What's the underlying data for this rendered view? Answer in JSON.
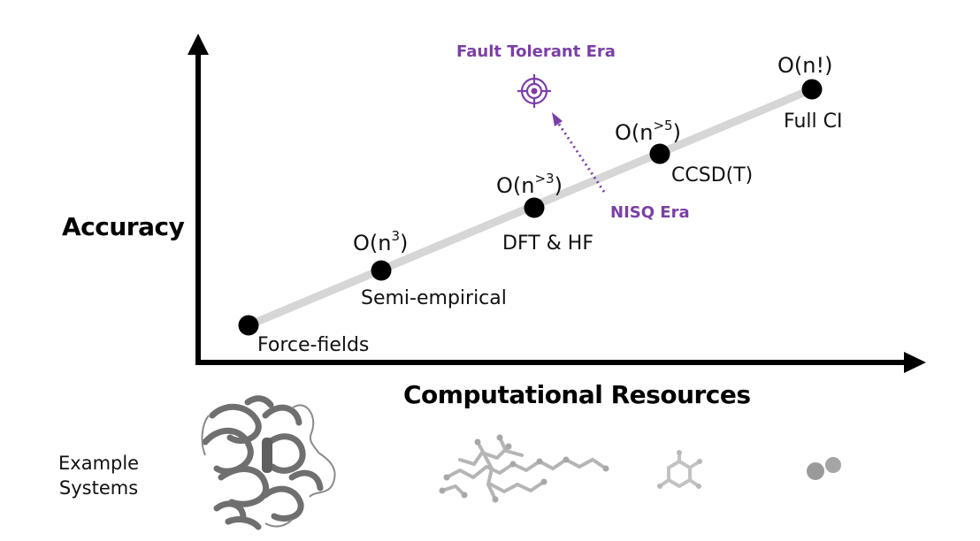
{
  "axes": {
    "y_title": "Accuracy",
    "x_title": "Computational Resources"
  },
  "methods": [
    {
      "name": "Force-fields",
      "complexity": null
    },
    {
      "name": "Semi-empirical",
      "complexity_base": "O(n",
      "complexity_exp": "3",
      "complexity_end": ")"
    },
    {
      "name": "DFT & HF",
      "complexity_base": "O(n",
      "complexity_exp": ">3",
      "complexity_end": ")"
    },
    {
      "name": "CCSD(T)",
      "complexity_base": "O(n",
      "complexity_exp": ">5",
      "complexity_end": ")"
    },
    {
      "name": "Full CI",
      "complexity_base": "O(n!)",
      "complexity_exp": "",
      "complexity_end": ""
    }
  ],
  "eras": {
    "nisq": "NISQ Era",
    "fault_tolerant": "Fault Tolerant Era"
  },
  "examples": {
    "label_line1": "Example",
    "label_line2": "Systems",
    "systems": [
      "protein-structure",
      "large-organic-molecule",
      "small-aromatic-molecule",
      "diatomic-molecule"
    ]
  },
  "colors": {
    "axis": "#000000",
    "trend_line": "#d6d6d6",
    "point": "#000000",
    "era": "#7b3fa6",
    "molecule": "#9a9a9a"
  }
}
